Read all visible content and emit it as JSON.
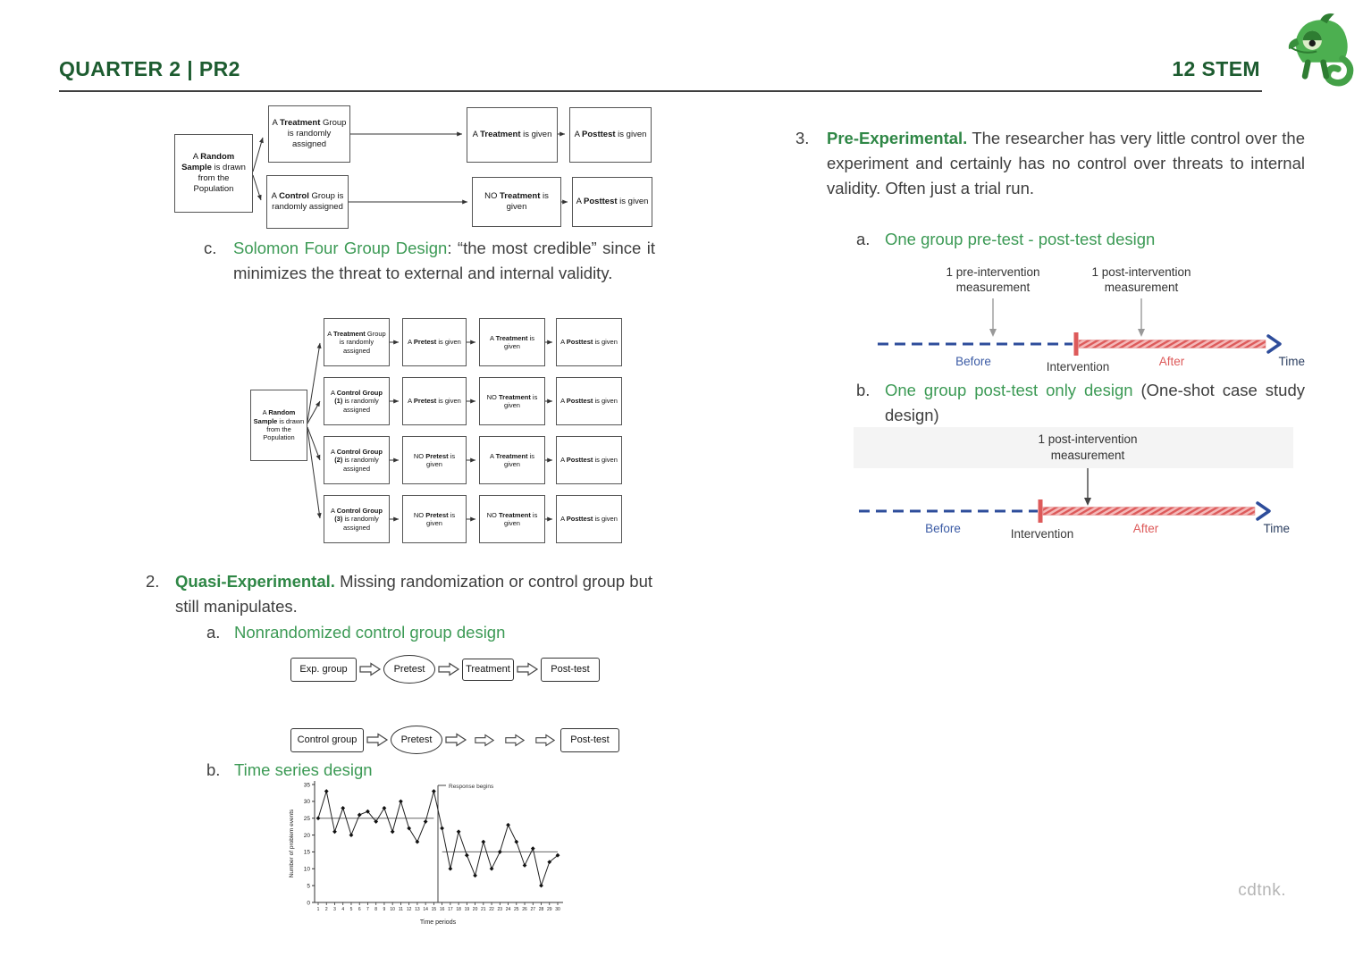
{
  "header": {
    "title": "QUARTER 2 | PR2",
    "badge": "12 STEM"
  },
  "watermark": "cdtnk.",
  "colors": {
    "header_green": "#1d5c30",
    "accent_green": "#3c9a55",
    "timeline_blue": "#2e4d9b",
    "timeline_red": "#dd5a5a"
  },
  "items": {
    "c": {
      "marker": "c.",
      "green": "Solomon Four Group Design",
      "rest": ": “the most credible” since it minimizes the threat to external and internal validity."
    },
    "q2": {
      "marker": "2.",
      "green": "Quasi-Experimental.",
      "rest": " Missing randomization or control group but still manipulates."
    },
    "q2a": {
      "marker": "a.",
      "green": "Nonrandomized control group design"
    },
    "q2b": {
      "marker": "b.",
      "green": "Time series design"
    },
    "p3": {
      "marker": "3.",
      "green": "Pre-Experimental.",
      "rest": " The researcher has very little control over the experiment and certainly has no control over threats to internal validity. Often just a trial run."
    },
    "p3a": {
      "marker": "a.",
      "green": "One group pre-test - post-test design"
    },
    "p3b": {
      "marker": "b.",
      "green": "One group post-test only design",
      "rest": " (One-shot case study design)"
    }
  },
  "d1": {
    "source": {
      "pre": "A ",
      "bold": "Random Sample",
      "post": " is drawn from the Population"
    },
    "treat_group": {
      "pre": "A ",
      "bold": "Treatment",
      "post": " Group is randomly assigned"
    },
    "control_group": {
      "pre": "A ",
      "bold": "Control",
      "post": " Group is randomly assigned"
    },
    "treatment": {
      "pre": "A ",
      "bold": "Treatment",
      "post": " is given"
    },
    "no_treatment": {
      "pre": "NO ",
      "bold": "Treatment",
      "post": " is given"
    },
    "posttest1": {
      "pre": "A ",
      "bold": "Posttest",
      "post": " is given"
    },
    "posttest2": {
      "pre": "A ",
      "bold": "Posttest",
      "post": " is given"
    }
  },
  "solomon": {
    "source": {
      "pre": "A ",
      "bold": "Random Sample",
      "post": " is drawn from the Population"
    },
    "rows": [
      {
        "cells": [
          {
            "pre": "A ",
            "bold": "Treatment",
            "post": " Group is randomly assigned"
          },
          {
            "pre": "A ",
            "bold": "Pretest",
            "post": " is given"
          },
          {
            "pre": "A ",
            "bold": "Treatment",
            "post": " is given"
          },
          {
            "pre": "A ",
            "bold": "Posttest",
            "post": " is given"
          }
        ]
      },
      {
        "cells": [
          {
            "pre": "A ",
            "bold": "Control Group (1)",
            "post": " is randomly assigned"
          },
          {
            "pre": "A ",
            "bold": "Pretest",
            "post": " is given"
          },
          {
            "pre": "NO ",
            "bold": "Treatment",
            "post": " is given"
          },
          {
            "pre": "A ",
            "bold": "Posttest",
            "post": " is given"
          }
        ]
      },
      {
        "cells": [
          {
            "pre": "A ",
            "bold": "Control Group (2)",
            "post": " is randomly assigned"
          },
          {
            "pre": "NO ",
            "bold": "Pretest",
            "post": " is given"
          },
          {
            "pre": "A ",
            "bold": "Treatment",
            "post": " is given"
          },
          {
            "pre": "A ",
            "bold": "Posttest",
            "post": " is given"
          }
        ]
      },
      {
        "cells": [
          {
            "pre": "A ",
            "bold": "Control Group (3)",
            "post": " is randomly assigned"
          },
          {
            "pre": "NO ",
            "bold": "Pretest",
            "post": " is given"
          },
          {
            "pre": "NO ",
            "bold": "Treatment",
            "post": " is given"
          },
          {
            "pre": "A ",
            "bold": "Posttest",
            "post": " is given"
          }
        ]
      }
    ]
  },
  "nonrandomized": {
    "row1": [
      "Exp. group",
      "Pretest",
      "Treatment",
      "Post-test"
    ],
    "row2": [
      "Control group",
      "Pretest",
      "Post-test"
    ]
  },
  "prepost": {
    "pre_label_1": "1 pre-intervention",
    "pre_label_2": "measurement",
    "post_label_1": "1 post-intervention",
    "post_label_2": "measurement",
    "before": "Before",
    "intervention": "Intervention",
    "after": "After",
    "time": "Time"
  },
  "postonly": {
    "label_1": "1 post-intervention",
    "label_2": "measurement",
    "before": "Before",
    "intervention": "Intervention",
    "after": "After",
    "time": "Time"
  },
  "chart_data": {
    "type": "line",
    "title": "",
    "xlabel": "Time periods",
    "ylabel": "Number of problem events",
    "x": [
      1,
      2,
      3,
      4,
      5,
      6,
      7,
      8,
      9,
      10,
      11,
      12,
      13,
      14,
      15,
      16,
      17,
      18,
      19,
      20,
      21,
      22,
      23,
      24,
      25,
      26,
      27,
      28,
      29,
      30
    ],
    "values": [
      25,
      33,
      21,
      28,
      20,
      26,
      27,
      24,
      28,
      21,
      30,
      22,
      18,
      24,
      33,
      22,
      10,
      21,
      14,
      8,
      18,
      10,
      15,
      23,
      18,
      11,
      16,
      5,
      12,
      14
    ],
    "ylim": [
      0,
      35
    ],
    "yticks": [
      0,
      5,
      10,
      15,
      20,
      25,
      30,
      35
    ],
    "annotation": "Response begins",
    "intervention_x": 15.5,
    "mean_segments": [
      {
        "x1": 1,
        "x2": 15,
        "y": 25
      },
      {
        "x1": 16,
        "x2": 30,
        "y": 15
      }
    ],
    "grid": false,
    "legend": "none"
  }
}
